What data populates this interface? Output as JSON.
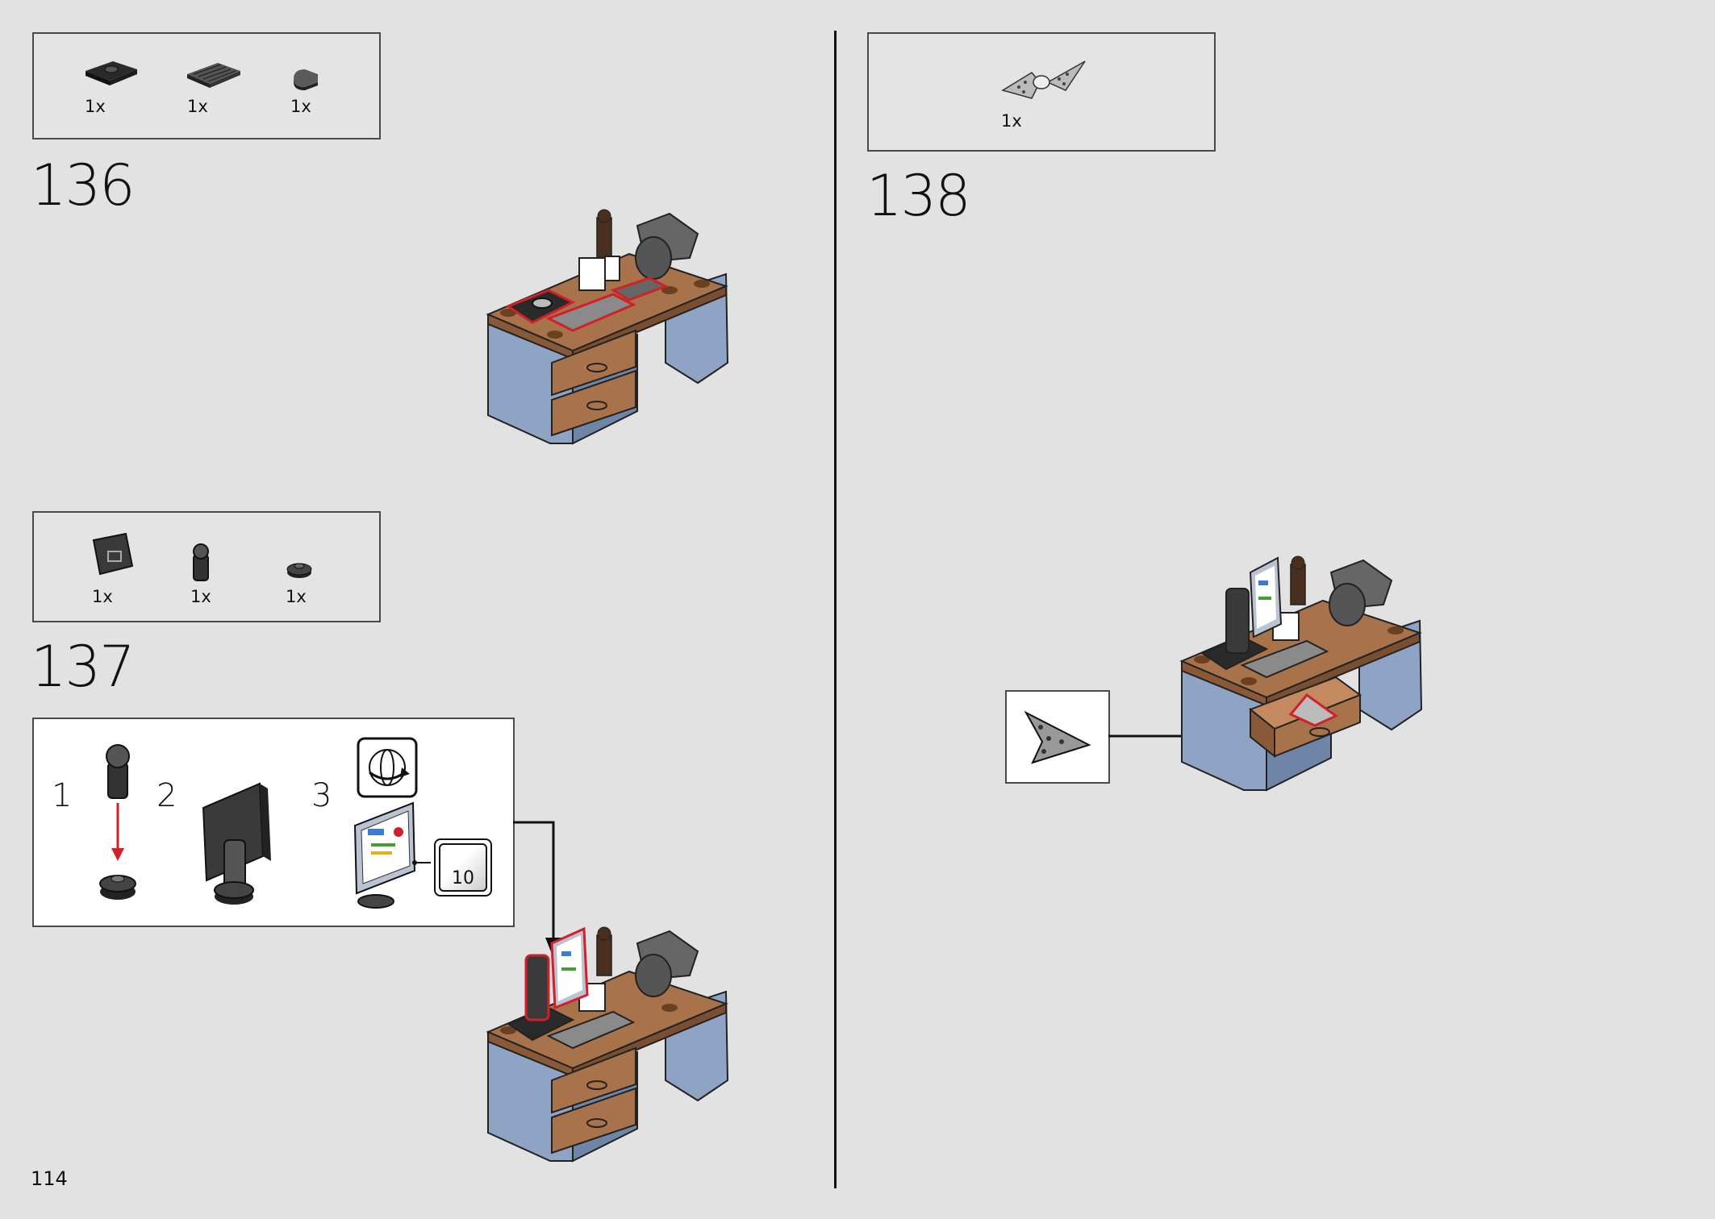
{
  "page_number": "114",
  "steps": [
    {
      "number": "136",
      "parts": [
        {
          "icon": "tile-with-stud-icon",
          "qty": "1x"
        },
        {
          "icon": "keyboard-tile-icon",
          "qty": "1x"
        },
        {
          "icon": "round-tile-icon",
          "qty": "1x"
        }
      ]
    },
    {
      "number": "137",
      "parts": [
        {
          "icon": "monitor-screen-icon",
          "qty": "1x"
        },
        {
          "icon": "bracket-clip-icon",
          "qty": "1x"
        },
        {
          "icon": "round-plate-icon",
          "qty": "1x"
        }
      ],
      "substeps": [
        {
          "number": "1"
        },
        {
          "number": "2"
        },
        {
          "number": "3"
        }
      ],
      "sticker_number": "10"
    },
    {
      "number": "138",
      "parts": [
        {
          "icon": "batarang-icon",
          "qty": "1x"
        }
      ]
    }
  ],
  "colors": {
    "highlight": "#d0202a",
    "desk_top": "#a8724a",
    "desk_leg": "#8fa3c4",
    "background": "#e2e2e2"
  }
}
